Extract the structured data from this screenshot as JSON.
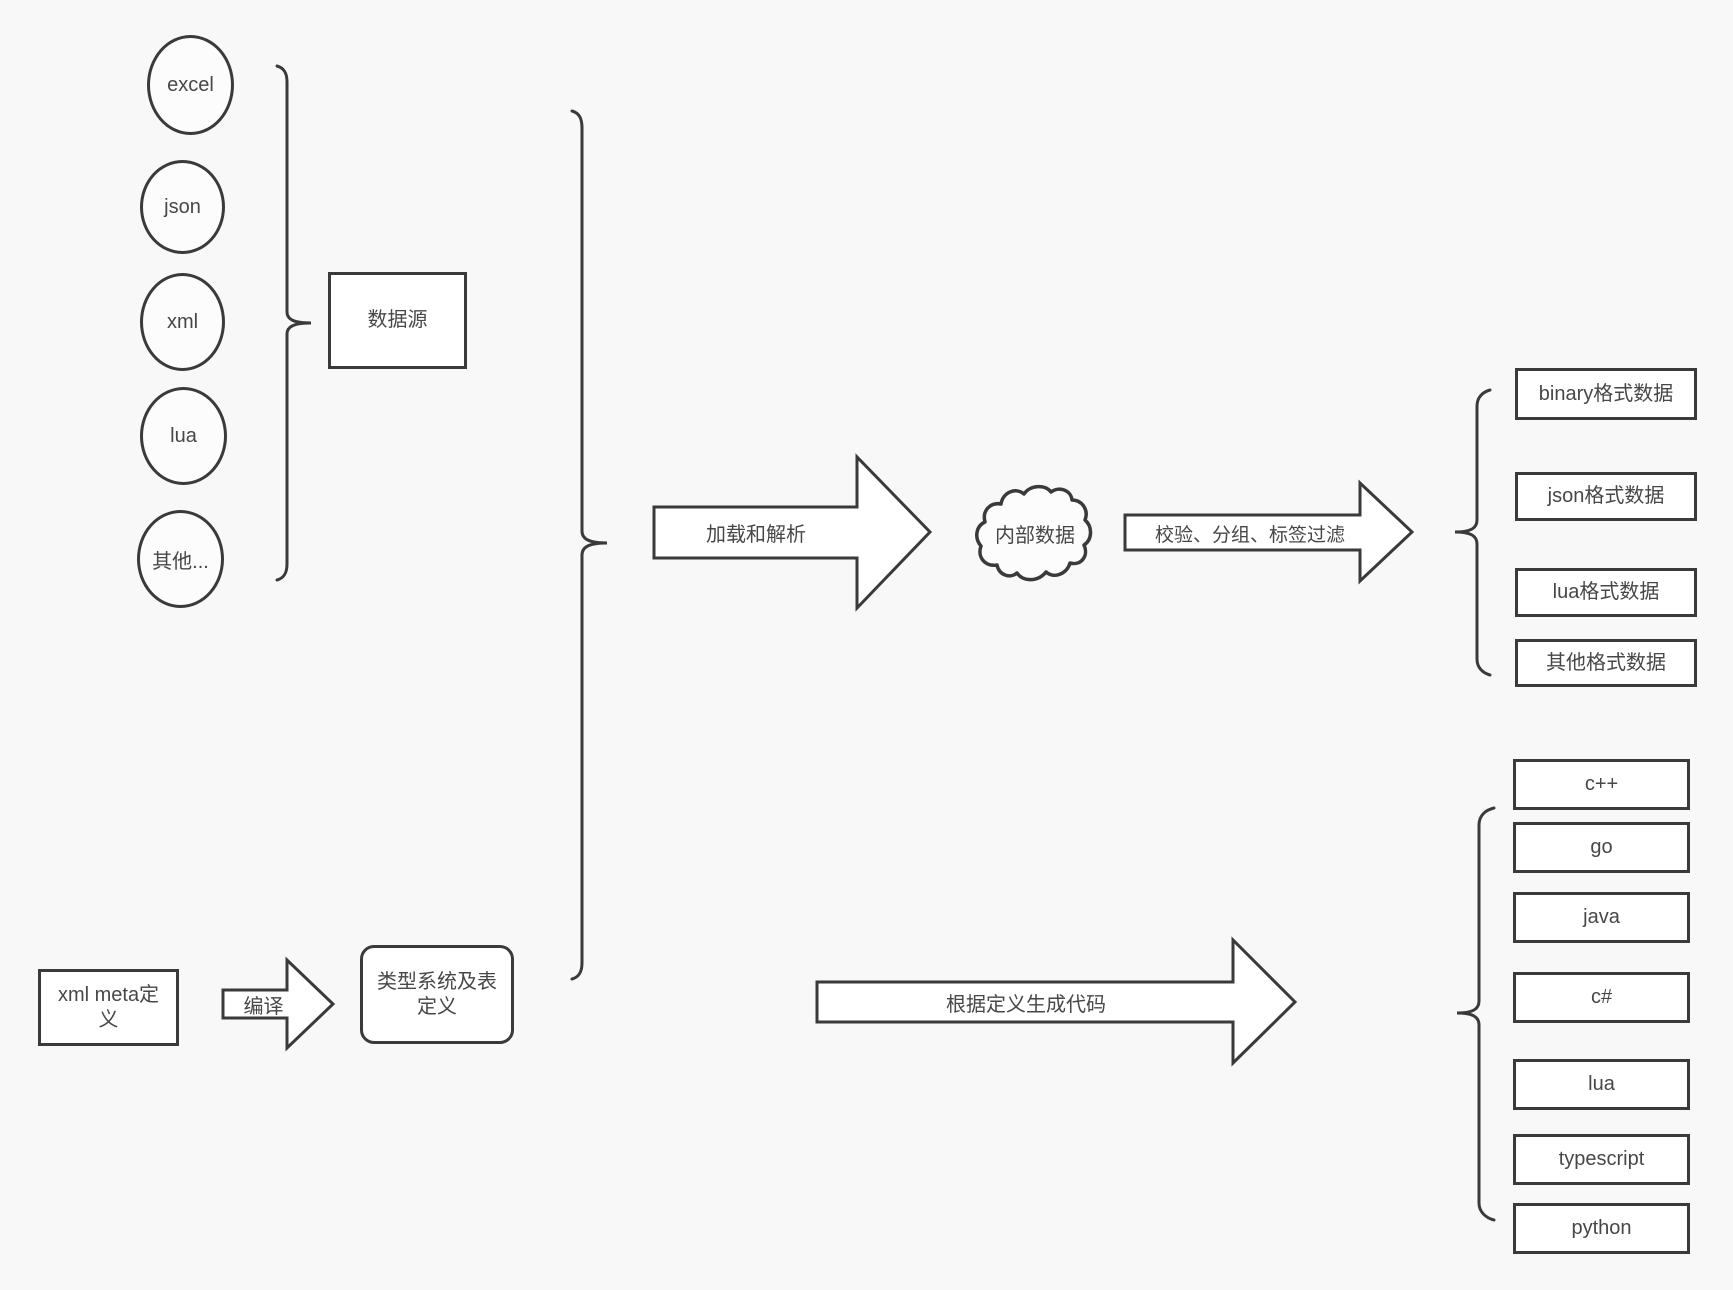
{
  "colors": {
    "background": "#f8f8f8",
    "stroke": "#3a3a3a",
    "text": "#474747",
    "shape_fill": "#ffffff"
  },
  "sources": {
    "items": [
      "excel",
      "json",
      "xml",
      "lua",
      "其他..."
    ],
    "group_label": "数据源"
  },
  "pipeline": {
    "load_arrow_label": "加载和解析",
    "internal_data_label": "内部数据",
    "filter_arrow_label": "校验、分组、标签过滤"
  },
  "outputs": {
    "formats": [
      "binary格式数据",
      "json格式数据",
      "lua格式数据",
      "其他格式数据"
    ]
  },
  "codegen": {
    "meta_box_label": "xml meta定义",
    "compile_arrow_label": "编译",
    "type_system_box_label": "类型系统及表定义",
    "generate_arrow_label": "根据定义生成代码",
    "languages": [
      "c++",
      "go",
      "java",
      "c#",
      "lua",
      "typescript",
      "python"
    ]
  }
}
